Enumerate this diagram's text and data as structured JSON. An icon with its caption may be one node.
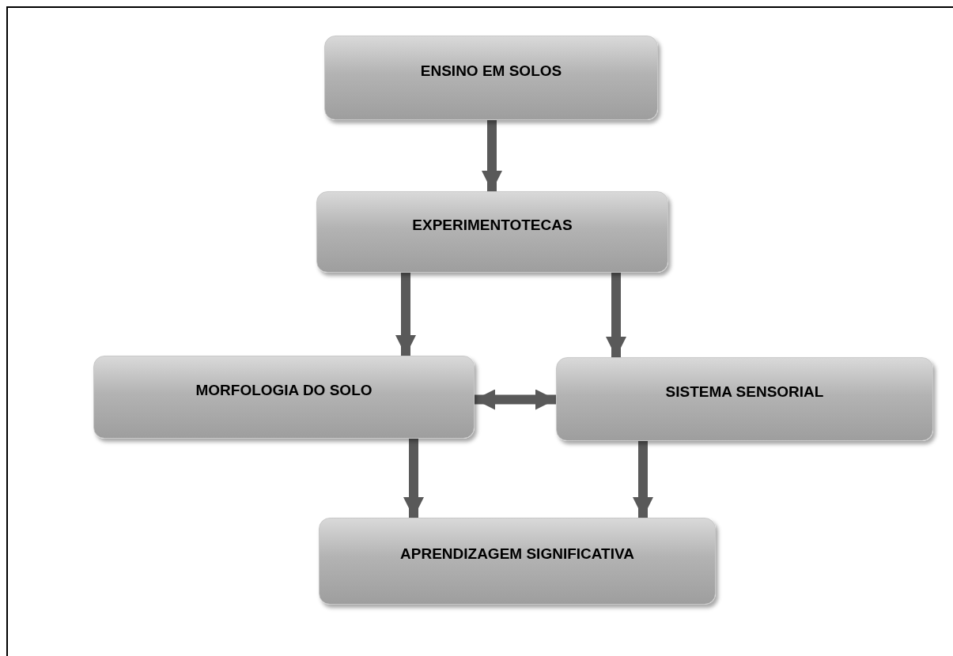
{
  "diagram": {
    "nodes": [
      {
        "text": [
          "ENSINO EM SOLOS"
        ]
      },
      {
        "text": [
          "EXPERIMENTOTECAS"
        ]
      },
      {
        "text": [
          "MORFOLOGIA DO SOLO"
        ]
      },
      {
        "text": [
          "SISTEMA SENSORIAL"
        ]
      },
      {
        "text": [
          "APRENDIZAGEM SIGNIFICATIVA"
        ]
      }
    ],
    "edges": [
      {
        "from": 0,
        "to": 1,
        "arrow": "to"
      },
      {
        "from": 1,
        "to": 2,
        "arrow": "to"
      },
      {
        "from": 1,
        "to": 3,
        "arrow": "to"
      },
      {
        "from": 2,
        "to": 3,
        "arrow": "both"
      },
      {
        "from": 2,
        "to": 4,
        "arrow": "to"
      },
      {
        "from": 3,
        "to": 4,
        "arrow": "to"
      }
    ]
  }
}
